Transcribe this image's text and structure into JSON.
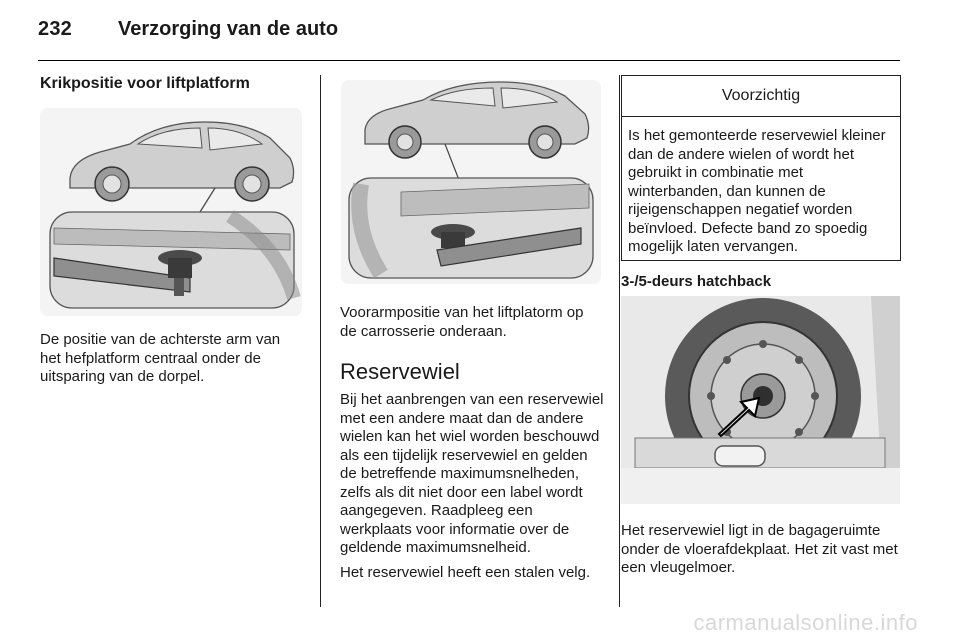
{
  "header": {
    "page_number": "232",
    "title": "Verzorging van de auto"
  },
  "col1": {
    "heading": "Krikpositie voor liftplatform",
    "figure_icon": "car-rear-lift-point-illustration",
    "paragraph": "De positie van de achterste arm van het hefplatform centraal onder de uitsparing van de dorpel."
  },
  "col2": {
    "figure_icon": "car-front-lift-point-illustration",
    "caption": "Voorarmpositie van het liftplatorm op de carrosserie onderaan.",
    "section_title": "Reservewiel",
    "paragraph1": "Bij het aanbrengen van een reservewiel met een andere maat dan de andere wielen kan het wiel worden beschouwd als een tijdelijk reservewiel en gelden de betreffende maximumsnelheden, zelfs als dit niet door een label wordt aangegeven. Raadpleeg een werkplaats voor informatie over de geldende maximumsnelheid.",
    "paragraph2": "Het reservewiel heeft een stalen velg."
  },
  "col3": {
    "caution": {
      "title": "Voorzichtig",
      "text": "Is het gemonteerde reservewiel kleiner dan de andere wielen of wordt het gebruikt in combinatie met winterbanden, dan kunnen de rijeigenschappen negatief worden beïnvloed. Defecte band zo spoedig mogelijk laten vervangen."
    },
    "subheading": "3-/5-deurs hatchback",
    "figure_icon": "spare-wheel-trunk-illustration",
    "paragraph": "Het reservewiel ligt in de bagageruimte onder de vloerafdekplaat. Het zit vast met een vleugelmoer."
  },
  "watermark": "carmanualsonline.info"
}
